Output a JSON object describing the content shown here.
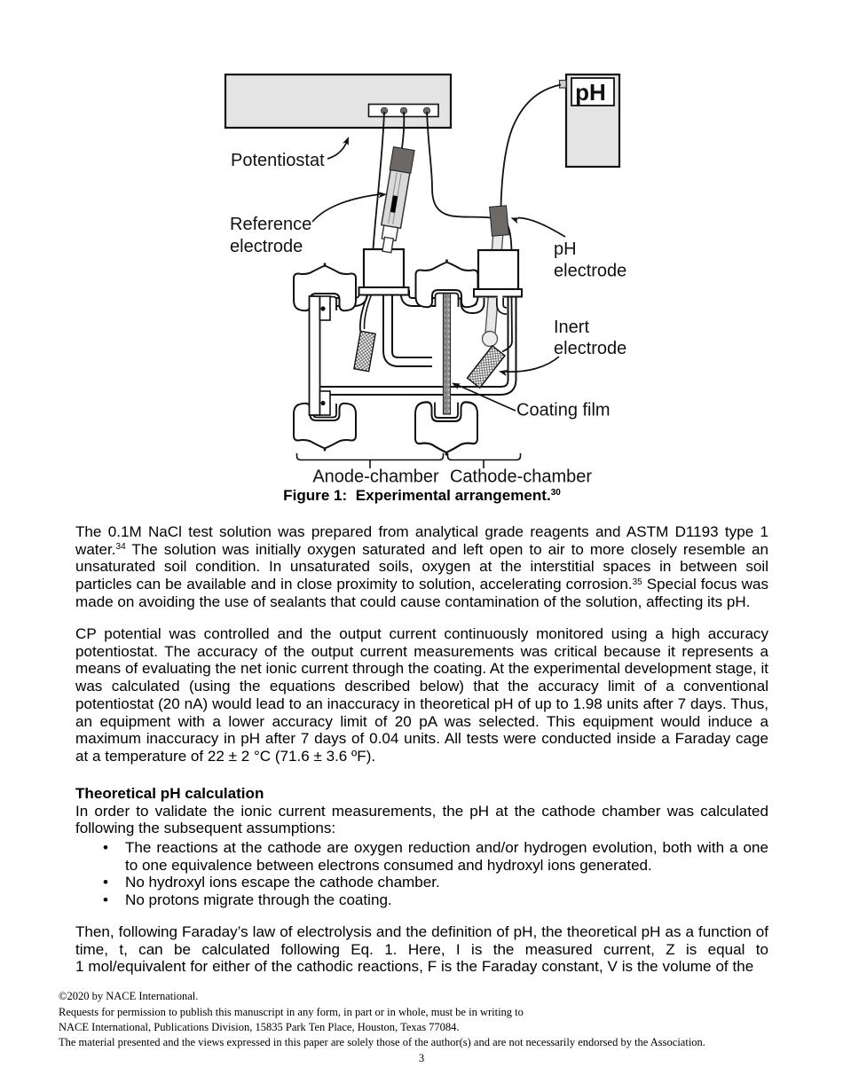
{
  "figure": {
    "labels": {
      "potentiostat": "Potentiostat",
      "reference_line1": "Reference",
      "reference_line2": "electrode",
      "ph_meter_display": "pH",
      "ph_electrode_line1": "pH",
      "ph_electrode_line2": "electrode",
      "inert_line1": "Inert",
      "inert_line2": "electrode",
      "coating_film": "Coating film",
      "anode_chamber": "Anode-chamber",
      "cathode_chamber": "Cathode-chamber"
    },
    "caption": {
      "text": "Figure 1:  Experimental arrangement.",
      "superscript": "30"
    },
    "colors": {
      "instrument_fill": "#e4e4e4",
      "electrode_cap_fill": "#6d6967",
      "electrode_body_fill": "#d9d9d9",
      "glass_tube_fill": "#e8e8e8",
      "film_fill": "#8f8f8f",
      "line": "#111111"
    }
  },
  "body": {
    "p1": {
      "s1": "The 0.1M NaCl test solution was prepared from analytical grade reagents and ASTM D1193 type 1 water.",
      "sup1": "34",
      "s2": " The solution was initially oxygen saturated and left open to air to more closely resemble an unsaturated soil condition. In unsaturated soils, oxygen at the interstitial spaces in between soil particles can be available and in close proximity to solution, accelerating corrosion.",
      "sup2": "35",
      "s3": " Special focus was made on avoiding the use of sealants that could cause contamination of the solution, affecting its pH."
    },
    "p2": "CP potential was controlled and the output current continuously monitored using a high accuracy potentiostat. The accuracy of the output current measurements was critical because it represents a means of evaluating the net ionic current through the coating. At the experimental development stage, it was calculated (using the equations described below) that the accuracy limit of a conventional potentiostat (20 nA) would lead to an inaccuracy in theoretical pH of up to 1.98 units after 7 days. Thus, an equipment with a lower accuracy limit of 20 pA was selected. This equipment would induce a maximum inaccuracy in pH after 7 days of 0.04 units. All tests were conducted inside a Faraday cage at a temperature of 22 ± 2 °C (71.6 ± 3.6 ºF).",
    "section_heading": "Theoretical pH calculation",
    "p3": "In order to validate the ionic current measurements, the pH at the cathode chamber was calculated following the subsequent assumptions:",
    "bullets": [
      "The reactions at the cathode are oxygen reduction and/or hydrogen evolution, both with a one to one equivalence between electrons consumed and hydroxyl ions generated.",
      "No hydroxyl ions escape the cathode chamber.",
      "No protons migrate through the coating."
    ],
    "bullet_marker": "•",
    "p4": "Then, following Faraday’s law of electrolysis and the definition of pH, the theoretical pH as a function of time, t, can be calculated following Eq. 1. Here, I is the measured current, Z is equal to 1 mol/equivalent for either of the cathodic reactions, F is the Faraday constant, V is the volume of the"
  },
  "footer": {
    "lines": [
      "©2020 by NACE International.",
      "Requests for permission to publish this manuscript in any form, in part or in whole, must be in writing to",
      "NACE International, Publications Division, 15835 Park Ten Place, Houston, Texas 77084.",
      "The material presented and the views expressed in this paper are solely those of the author(s) and are not necessarily endorsed by the Association."
    ],
    "page_number": "3"
  }
}
